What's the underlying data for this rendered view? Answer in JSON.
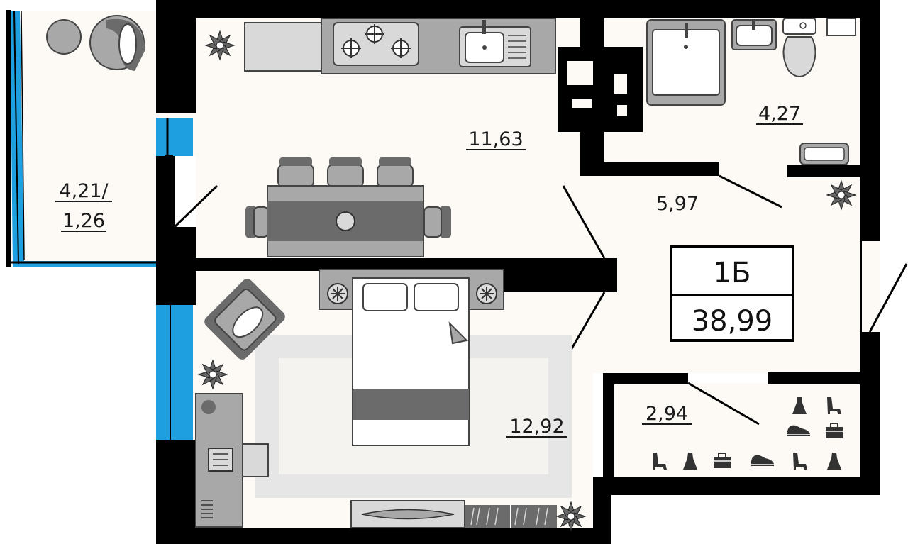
{
  "apartment": {
    "code": "1Б",
    "total_area": "38,99"
  },
  "rooms": [
    {
      "id": "balcony",
      "area_lines": [
        "4,21/",
        "1,26"
      ]
    },
    {
      "id": "kitchen",
      "area_lines": [
        "11,63"
      ]
    },
    {
      "id": "bathroom",
      "area_lines": [
        "4,27"
      ]
    },
    {
      "id": "hallway",
      "area_lines": [
        "5,97"
      ]
    },
    {
      "id": "bedroom",
      "area_lines": [
        "12,92"
      ]
    },
    {
      "id": "wardrobe",
      "area_lines": [
        "2,94"
      ]
    }
  ],
  "colors": {
    "wall": "#000000",
    "floor": "#fdfaf6",
    "window": "#1e9fe0",
    "furniture_dark": "#6b6b6b",
    "furniture_mid": "#a8a8a8",
    "furniture_light": "#d9d9d9",
    "rug": "#e6e6e6"
  },
  "icons": [
    "plant-icon",
    "dress-icon",
    "high-heel-icon",
    "sneaker-icon",
    "briefcase-icon"
  ]
}
